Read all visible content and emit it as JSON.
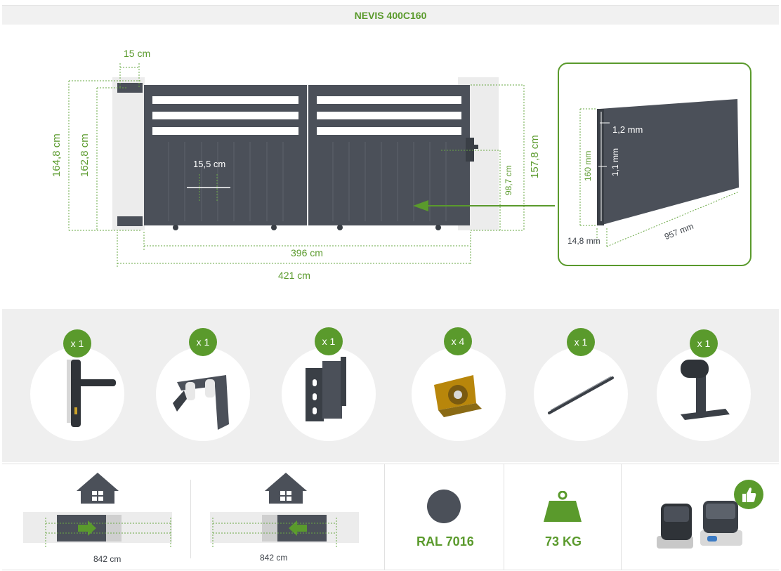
{
  "title": "NEVIS 400C160",
  "gate_dimensions": {
    "post_width": "15 cm",
    "total_height_left": "164,8 cm",
    "leaf_height_left": "162,8 cm",
    "height_right": "157,8 cm",
    "handle_height": "98,7 cm",
    "slat_width": "15,5 cm",
    "gate_width": "396 cm",
    "total_width": "421 cm"
  },
  "profile_detail": {
    "thickness_outer": "1,2 mm",
    "height": "160 mm",
    "thickness_inner": "1,1 mm",
    "length": "957 mm",
    "depth": "14,8 mm"
  },
  "accessories": [
    {
      "name": "handle",
      "qty": "x 1"
    },
    {
      "name": "upper-guide",
      "qty": "x 1"
    },
    {
      "name": "receiving-bracket",
      "qty": "x 1"
    },
    {
      "name": "wheel",
      "qty": "x 4"
    },
    {
      "name": "rail",
      "qty": "x 1"
    },
    {
      "name": "stop-post",
      "qty": "x 1"
    }
  ],
  "opening": [
    {
      "direction": "right",
      "width": "842 cm"
    },
    {
      "direction": "left",
      "width": "842 cm"
    }
  ],
  "color": {
    "label": "RAL 7016",
    "swatch": "#4b5059"
  },
  "weight": {
    "label": "73 KG"
  },
  "colors": {
    "accent": "#5a9a2c",
    "gate": "#4b5059",
    "slat_gap": "#ffffff"
  },
  "icons": [
    "house-icon",
    "arrow-right-icon",
    "arrow-left-icon",
    "weight-icon",
    "thumbs-up-icon",
    "motor-icon"
  ]
}
